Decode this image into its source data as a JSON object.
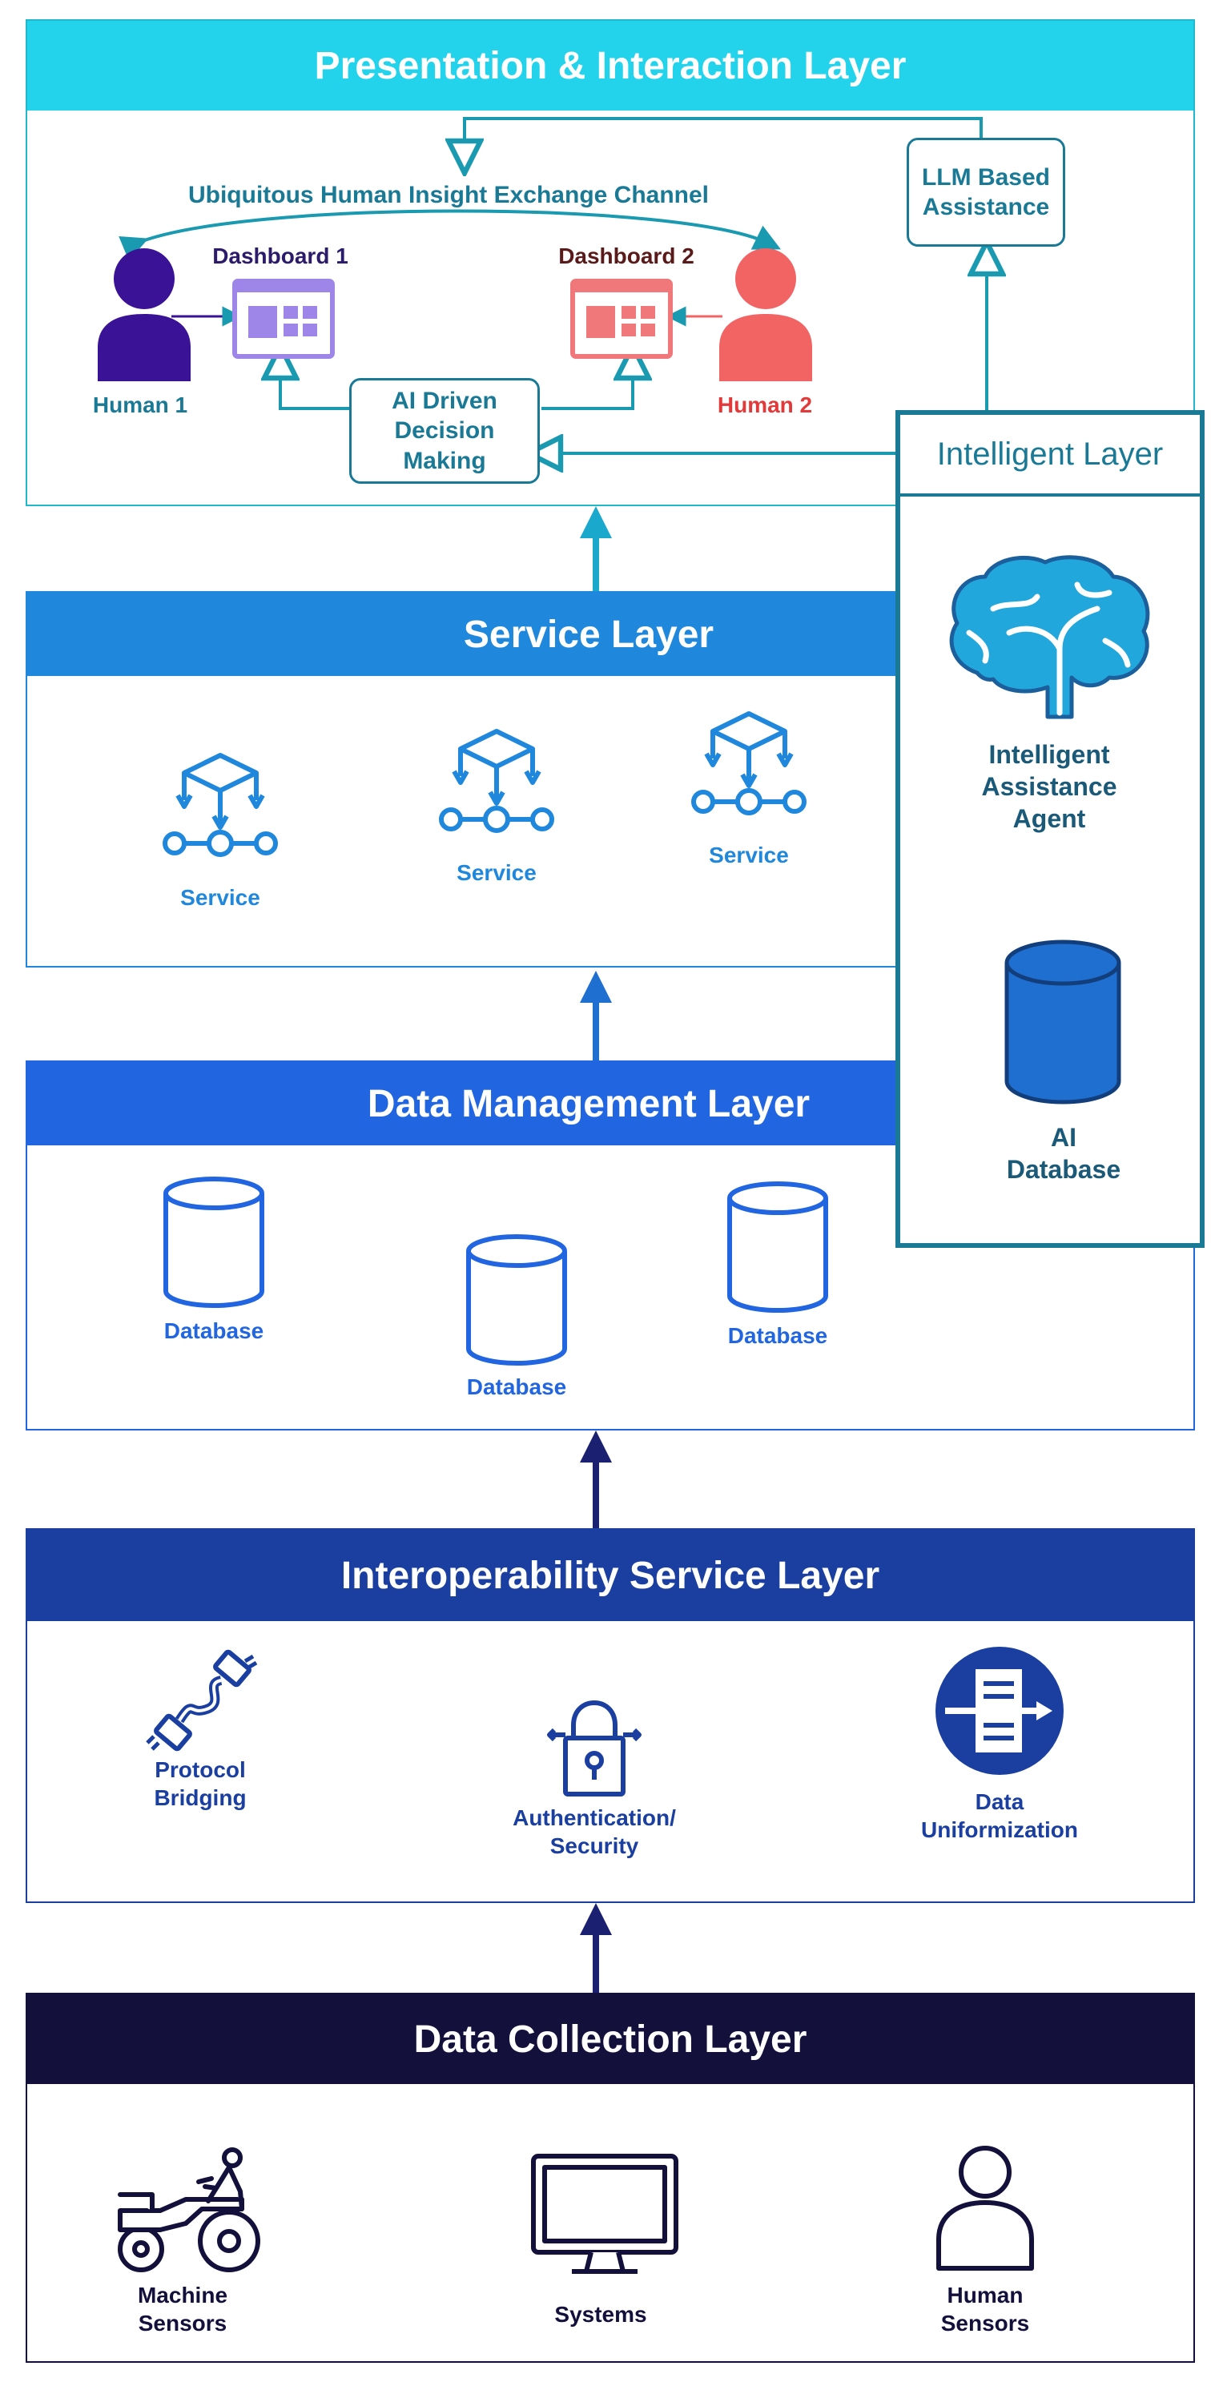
{
  "colors": {
    "presentation": "#22d3eb",
    "presentation_border": "#22b8cc",
    "teal": "#1a7a96",
    "service": "#1f87dc",
    "data_mgmt": "#2166e0",
    "interop": "#1b3fa0",
    "collection": "#14103c",
    "human1": "#3a1296",
    "human2": "#f26464",
    "dashboard1": "#9d86e8",
    "dashboard2": "#f0787a"
  },
  "presentation": {
    "title": "Presentation & Interaction Layer",
    "channel_label": "Ubiquitous Human Insight Exchange Channel",
    "llm_box": "LLM Based\nAssistance",
    "ai_box": "AI Driven\nDecision\nMaking",
    "human1": {
      "label": "Human 1",
      "icon": "person-icon"
    },
    "human2": {
      "label": "Human 2",
      "icon": "person-icon"
    },
    "dashboard1": {
      "label": "Dashboard 1",
      "icon": "dashboard-icon"
    },
    "dashboard2": {
      "label": "Dashboard 2",
      "icon": "dashboard-icon"
    }
  },
  "intelligent": {
    "title": "Intelligent Layer",
    "agent_label": "Intelligent\nAssistance\nAgent",
    "agent_icon": "brain-icon",
    "db_label": "AI\nDatabase",
    "db_icon": "database-icon"
  },
  "service_layer": {
    "title": "Service Layer",
    "items": [
      {
        "label": "Service",
        "icon": "service-network-icon"
      },
      {
        "label": "Service",
        "icon": "service-network-icon"
      },
      {
        "label": "Service",
        "icon": "service-network-icon"
      }
    ]
  },
  "data_management": {
    "title": "Data Management Layer",
    "items": [
      {
        "label": "Database",
        "icon": "database-icon"
      },
      {
        "label": "Database",
        "icon": "database-icon"
      },
      {
        "label": "Database",
        "icon": "database-icon"
      }
    ]
  },
  "interoperability": {
    "title": "Interoperability Service Layer",
    "items": [
      {
        "label": "Protocol\nBridging",
        "icon": "cable-connector-icon"
      },
      {
        "label": "Authentication/\nSecurity",
        "icon": "lock-icon"
      },
      {
        "label": "Data\nUniformization",
        "icon": "data-transform-icon"
      }
    ]
  },
  "data_collection": {
    "title": "Data Collection Layer",
    "items": [
      {
        "label": "Machine\nSensors",
        "icon": "tractor-icon"
      },
      {
        "label": "Systems",
        "icon": "monitor-icon"
      },
      {
        "label": "Human\nSensors",
        "icon": "user-outline-icon"
      }
    ]
  }
}
